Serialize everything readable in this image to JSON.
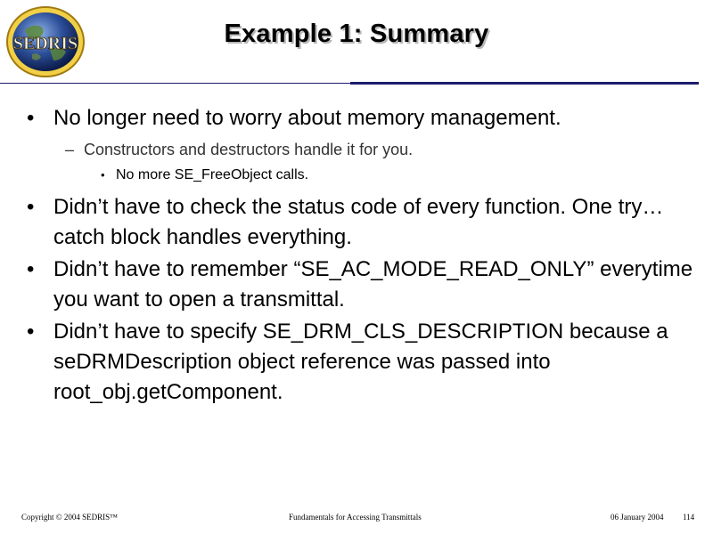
{
  "slide": {
    "title": "Example 1: Summary",
    "logo_text": "SEDRIS"
  },
  "bullets": [
    {
      "text": "No longer need to worry about memory management."
    },
    {
      "text": "Constructors and destructors handle it for you."
    },
    {
      "text": "No more SE_FreeObject calls."
    },
    {
      "text": "Didn’t have to check the status code of every function.   One try…catch block handles everything."
    },
    {
      "text": "Didn’t have to remember “SE_AC_MODE_READ_ONLY” everytime you want to open a transmittal."
    },
    {
      "text": "Didn’t have to specify SE_DRM_CLS_DESCRIPTION because a seDRMDescription object reference was passed into root_obj.getComponent."
    }
  ],
  "markers": {
    "level1": "•",
    "level2": "–",
    "level3": "•"
  },
  "footer": {
    "copyright": "Copyright © 2004 SEDRIS™",
    "center": "Fundamentals for Accessing Transmittals",
    "date": "06 January 2004",
    "page": "114"
  }
}
